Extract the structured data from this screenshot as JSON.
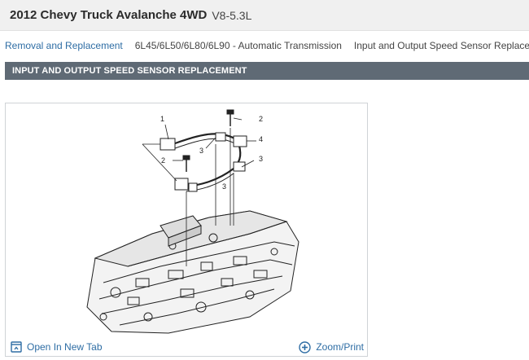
{
  "header": {
    "vehicle": "2012 Chevy Truck Avalanche 4WD",
    "engine": "V8-5.3L"
  },
  "breadcrumb": {
    "items": [
      "Removal and Replacement",
      "6L45/6L50/6L80/6L90 - Automatic Transmission",
      "Input and Output Speed Sensor Replacement"
    ]
  },
  "section": {
    "title": "INPUT AND OUTPUT SPEED SENSOR REPLACEMENT"
  },
  "figure": {
    "callouts": [
      "1",
      "2",
      "4",
      "3",
      "2",
      "3",
      "3"
    ],
    "open_tab_label": "Open In New Tab",
    "zoom_label": "Zoom/Print"
  },
  "colors": {
    "link": "#2e6da4",
    "section_bar": "#5f6a75",
    "header_bg": "#f0f0f0"
  },
  "icons": [
    "chevron-right-icon",
    "open-new-tab-icon",
    "zoom-plus-icon"
  ]
}
